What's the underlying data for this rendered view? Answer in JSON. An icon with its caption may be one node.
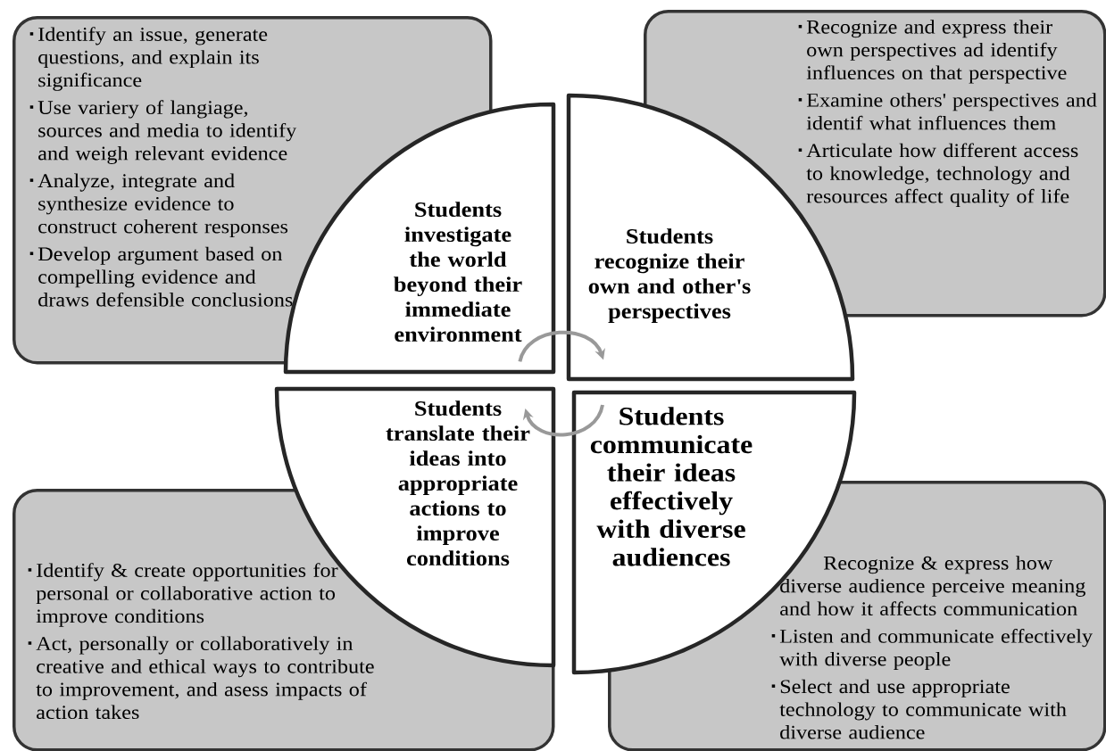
{
  "diagram": {
    "nodes": [
      {
        "text": [
          "Identify an issue, generate questions, and explain its significance",
          "Use variery of langiage, sources and media to identify and weigh relevant evidence",
          "Analyze, integrate and synthesize evidence to construct coherent responses",
          "Develop argument based on compelling evidence and draws defensible conclusions"
        ]
      },
      {
        "text": [
          "Students investigate the world beyond their immediate environment"
        ]
      },
      {
        "text": [
          "Recognize and express their own perspectives ad identify influences on that perspective",
          "Examine others' perspectives and identif what influences them",
          "Articulate how different access to knowledge, technology and resources affect quality of life"
        ]
      },
      {
        "text": [
          "Students recognize their own and other's perspectives"
        ]
      },
      {
        "text": [
          "Students translate their ideas into appropriate actions to improve conditions"
        ]
      },
      {
        "text": [
          "Students communicate their ideas effectively with diverse audiences"
        ]
      },
      {
        "text": [
          "Identify & create opportunities for personal or collaborative action to improve conditions",
          "Act, personally or collaboratively in creative and ethical ways to contribute to improvement, and asess impacts of action takes"
        ]
      },
      {
        "text": [
          "Recognize & express how diverse audience perceive meaning and how it affects communication",
          "Listen and communicate effectively with diverse people",
          "Select and use appropriate technology to communicate with diverse audience"
        ]
      }
    ],
    "edges": [
      {
        "from": 1,
        "to": 3,
        "arrow": "to"
      },
      {
        "from": 5,
        "to": 4,
        "arrow": "to"
      }
    ]
  }
}
